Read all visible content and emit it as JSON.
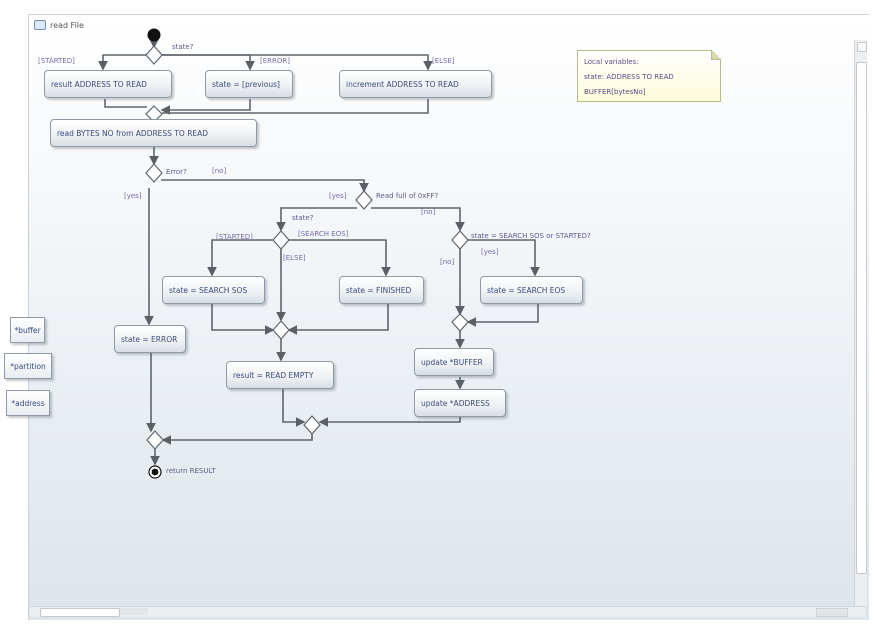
{
  "diagram_title": "read File",
  "objects": {
    "buffer": "*buffer",
    "partition": "*partition",
    "address": "*address"
  },
  "note": {
    "line1": "Local variables:",
    "line2": "state: ADDRESS TO READ",
    "line3": "BUFFER[bytesNo]"
  },
  "actions": {
    "result_address": "result ADDRESS TO READ",
    "state_previous": "state = [previous]",
    "increment_address": "increment ADDRESS TO READ",
    "read_bytes": "read BYTES NO from ADDRESS TO READ",
    "state_search_sos": "state = SEARCH SOS",
    "state_finished": "state = FINISHED",
    "state_search_eos": "state = SEARCH EOS",
    "state_error": "state = ERROR",
    "result_read_empty": "result = READ EMPTY",
    "update_buffer": "update *BUFFER",
    "update_address": "update *ADDRESS",
    "return_result": "return RESULT"
  },
  "labels": {
    "state_q1": "state?",
    "error_q": "Error?",
    "read_full_q": "Read full of 0xFF?",
    "state_q2": "state?",
    "state_cond": "state = SEARCH SOS or STARTED?"
  },
  "guards": {
    "started1": "[STARTED]",
    "error1": "[ERROR]",
    "else1": "[ELSE]",
    "no1": "[no]",
    "yes1": "[yes]",
    "yes2": "[yes]",
    "no2": "[no]",
    "started2": "[STARTED]",
    "search_eos": "[SEARCH EOS]",
    "else2": "[ELSE]",
    "no3": "[no]",
    "yes3": "[yes]"
  }
}
